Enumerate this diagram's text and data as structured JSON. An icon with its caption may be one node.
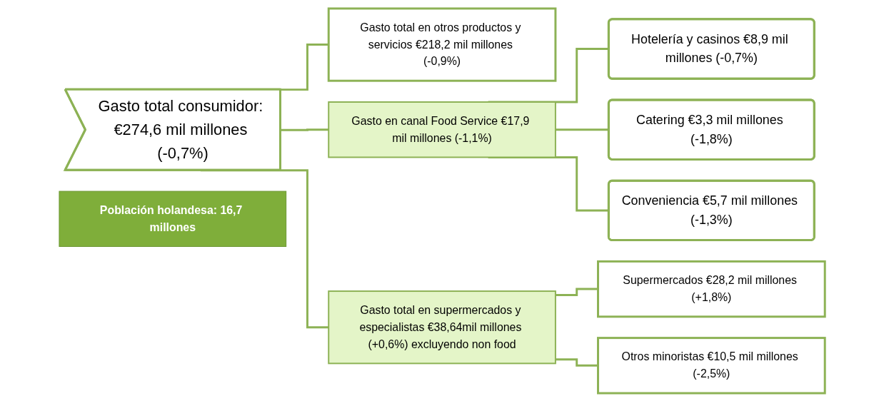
{
  "diagram": {
    "nodes": [
      {
        "text": [
          "Gasto total consumidor: €274,6 mil millones (-0,7%)"
        ]
      },
      {
        "text": [
          "Gasto total en otros productos y servicios €218,2 mil millones (-0,9%)"
        ]
      },
      {
        "text": [
          "Gasto en canal Food Service €17,9 mil millones (-1,1%)"
        ]
      },
      {
        "text": [
          "Gasto total en supermercados y especialistas €38,64mil millones (+0,6%) excluyendo non food"
        ]
      },
      {
        "text": [
          "Supermercados €28,2 mil millones (+1,8%)"
        ]
      },
      {
        "text": [
          "Otros minoristas €10,5 mil millones (-2,5%)"
        ]
      },
      {
        "text": [
          "Hotelería y casinos €8,9 mil millones (-0,7%)"
        ]
      },
      {
        "text": [
          "Catering €3,3 mil millones (-1,8%)"
        ]
      },
      {
        "text": [
          "Conveniencia €5,7 mil millones (-1,3%)"
        ]
      },
      {
        "text": [
          "Población holandesa: 16,7 millones"
        ]
      }
    ],
    "edges": [
      {
        "from": 0,
        "to": 1,
        "arrow": "none"
      },
      {
        "from": 0,
        "to": 2,
        "arrow": "none"
      },
      {
        "from": 0,
        "to": 3,
        "arrow": "none"
      },
      {
        "from": 2,
        "to": 6,
        "arrow": "none"
      },
      {
        "from": 2,
        "to": 7,
        "arrow": "none"
      },
      {
        "from": 2,
        "to": 8,
        "arrow": "none"
      },
      {
        "from": 3,
        "to": 4,
        "arrow": "none"
      },
      {
        "from": 3,
        "to": 5,
        "arrow": "none"
      }
    ]
  }
}
